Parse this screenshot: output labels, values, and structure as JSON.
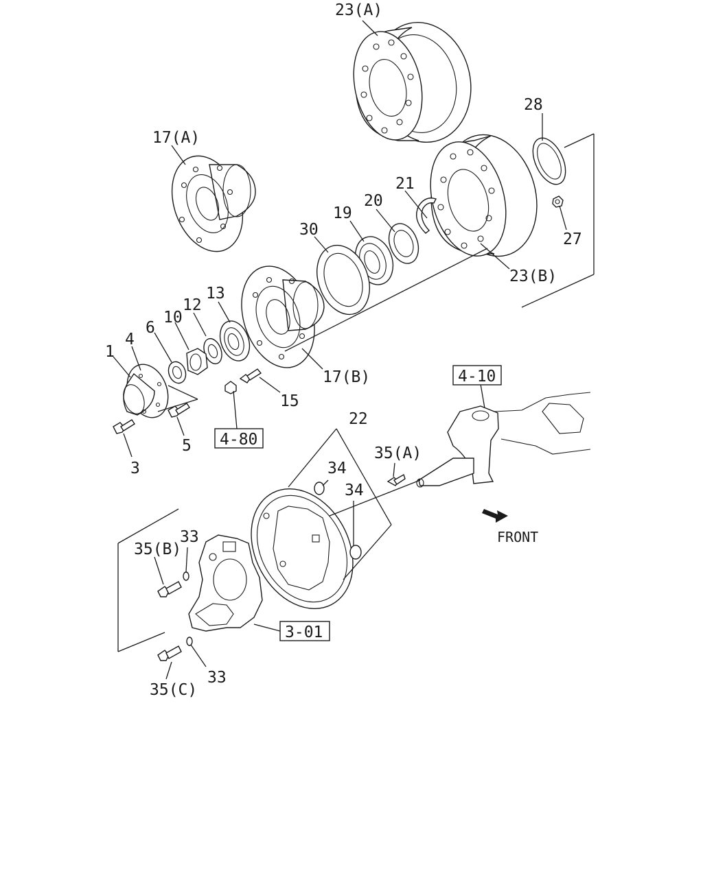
{
  "labels": {
    "p23a": "23(A)",
    "p28": "28",
    "p17a": "17(A)",
    "p21": "21",
    "p20": "20",
    "p19": "19",
    "p30": "30",
    "p27": "27",
    "p23b": "23(B)",
    "p13": "13",
    "p12": "12",
    "p10": "10",
    "p6": "6",
    "p4": "4",
    "p1": "1",
    "p17b": "17(B)",
    "p15": "15",
    "p5": "5",
    "p3": "3",
    "p22": "22",
    "p35a": "35(A)",
    "p34a": "34",
    "p34b": "34",
    "p33a": "33",
    "p35b": "35(B)",
    "p33b": "33",
    "p35c": "35(C)",
    "front": "FRONT"
  },
  "refs": {
    "r480": "4-80",
    "r410": "4-10",
    "r301": "3-01"
  },
  "icons": [
    "front-arrow-icon"
  ]
}
